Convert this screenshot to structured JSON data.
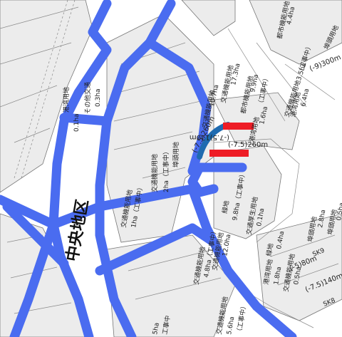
{
  "map": {
    "district_label": "中央地区",
    "labels": {
      "port_land_nw": "港湾用地",
      "area_nw": "0.1ha",
      "other_land": "その他交通",
      "area_other": "0.3ha",
      "area_sub": "0.1ha",
      "traffic_center_1": "交通機能用地",
      "area_center_1": "10.7ha",
      "traffic_center_2": "交通機能用地",
      "area_center_2": "17.3ha",
      "city_land_center": "都市機能用地",
      "area_city_center": "9.9ha",
      "under_construction_1": "（工事中）",
      "port_land_center": "港湾用地",
      "area_port_center": "1.6ha",
      "port_land_center_2": "港湾用地",
      "area_port_center_2": "6.4ha",
      "traffic_ne": "交通機能用地3.5ha",
      "under_construction_ne": "（工事中）",
      "depth_ne": "(-9)300m",
      "wharf_label_ne": "埠頭用地",
      "city_land_ne": "都市機能用地",
      "area_city_ne": "4.4ha",
      "depth_a": "(-7.5)130m",
      "depth_b": "(-7.5)260m",
      "depth_c": "(-7.5)260m",
      "wharf_center": "埠頭用地",
      "area_wharf_center": "2ha（工事中）",
      "traffic_main_center": "交通機能用地",
      "area_traffic_main_center": "7.3ha",
      "under_construction_center": "（工事中）",
      "welfare_land": "交通厚生用地",
      "area_welfare": "0.1ha",
      "green_land": "緑地",
      "area_green": "9.8ha（工事中）",
      "traffic_left": "交通機能用地",
      "area_traffic_left": "1ha（工事中）",
      "traffic_south": "交通機能用地",
      "area_traffic_south": "4.8ha（工事中）",
      "traffic_south_2": "交通機能用地",
      "area_traffic_south_2": "12.0ha",
      "port_south": "港湾用地",
      "area_port_south": "1.8ha",
      "traffic_south_3": "交通機能用地",
      "area_traffic_south_3": "0.5ha",
      "green_south": "緑地",
      "area_green_south": "0.4ha",
      "wharf_se": "埠頭用地",
      "area_wharf_se": "2.8ha",
      "wharf_se_2": "埠頭用地",
      "area_wharf_se_2": "0.5ha",
      "depth_se": "(-5)80m",
      "depth_se_2": "(-7.5)140m",
      "sk_label_1": "SK9",
      "sk_label_2": "SK8",
      "bottom_traffic": "交通機能用地",
      "area_bottom": "5.6ha",
      "bottom_under": "（工事中）",
      "bottom_left": "5ha",
      "bottom_left_under": "工事中"
    },
    "colors": {
      "road": "#4a6cf0",
      "road_dark": "#1f6bb0",
      "marker": "#ee1c25",
      "land": "#ededed",
      "sea": "#ffffff",
      "line": "#555555"
    }
  }
}
